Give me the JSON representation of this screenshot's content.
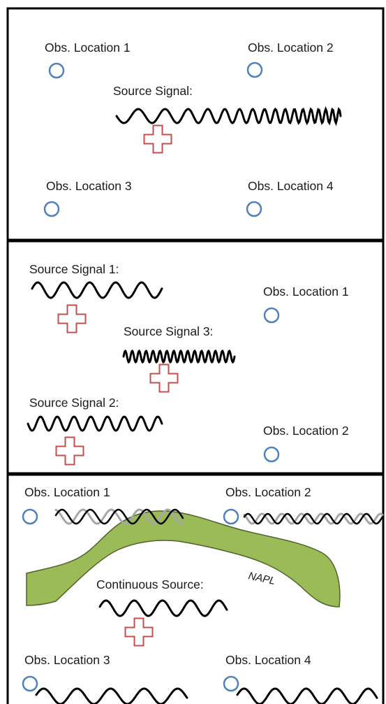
{
  "colors": {
    "frame": "#000000",
    "obs_circle": "#4f81bd",
    "source_cross": "#c0504d",
    "wave_dark": "#000000",
    "wave_light": "#a6a6a6",
    "napl_fill": "#9bbb59",
    "napl_stroke": "#4f6228"
  },
  "icons": {
    "observation": "blue-circle-outline",
    "source": "red-cross-outline"
  },
  "panel1": {
    "obs1": "Obs. Location 1",
    "obs2": "Obs. Location 2",
    "obs3": "Obs. Location 3",
    "obs4": "Obs. Location 4",
    "source_label": "Source Signal:"
  },
  "panel2": {
    "source1_label": "Source Signal 1:",
    "source2_label": "Source Signal 2:",
    "source3_label": "Source Signal 3:",
    "obs1": "Obs. Location 1",
    "obs2": "Obs. Location 2"
  },
  "panel3": {
    "obs1": "Obs. Location 1",
    "obs2": "Obs. Location 2",
    "obs3": "Obs. Location 3",
    "obs4": "Obs. Location 4",
    "source_label": "Continuous Source:",
    "napl_label": "NAPL"
  }
}
